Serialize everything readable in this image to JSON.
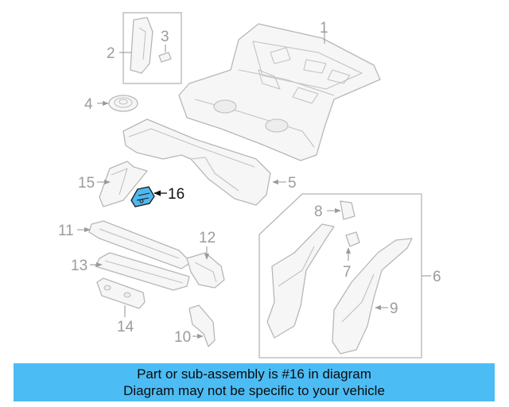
{
  "diagram": {
    "callouts": [
      "1",
      "2",
      "3",
      "4",
      "5",
      "6",
      "7",
      "8",
      "9",
      "10",
      "11",
      "12",
      "13",
      "14",
      "15",
      "16"
    ],
    "highlighted_part": "16",
    "colors": {
      "highlight": "#4fb8ee",
      "banner": "#4cbcf4",
      "line": "#b7b7b7",
      "callout_text": "#9c9c9c"
    }
  },
  "banner": {
    "line1": "Part or sub-assembly is #16 in diagram",
    "line2": "Diagram may not be specific to your vehicle"
  }
}
